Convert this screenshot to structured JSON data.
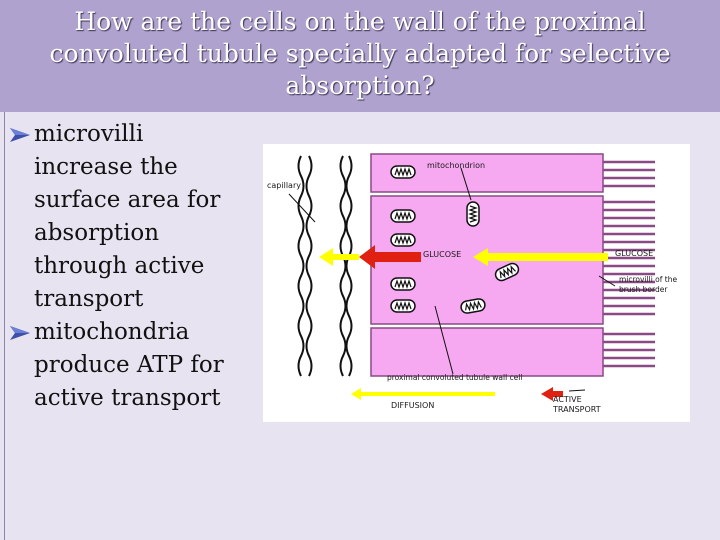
{
  "title": "How are the cells on the wall of the proximal convoluted tubule specially adapted for selective absorption?",
  "bullets": [
    "microvilli increase the surface area for absorption through active transport",
    "mitochondria produce ATP for active transport"
  ],
  "figure": {
    "labels": {
      "capillary": "capillary",
      "mitochondrion": "mitochondrion",
      "glucose_left": "GLUCOSE",
      "glucose_right": "GLUCOSE",
      "microvilli_1": "microvilli of the",
      "microvilli_2": "brush border",
      "wall_cell": "proximal convoluted tubule wall cell",
      "diffusion": "DIFFUSION",
      "active_1": "ACTIVE",
      "active_2": "TRANSPORT"
    },
    "colors": {
      "cell": "#f6a9f0",
      "arrow_yellow": "#ffff00",
      "arrow_red": "#e02010",
      "background": "#e7e3f0",
      "title_bar": "#b0a2cf"
    }
  }
}
